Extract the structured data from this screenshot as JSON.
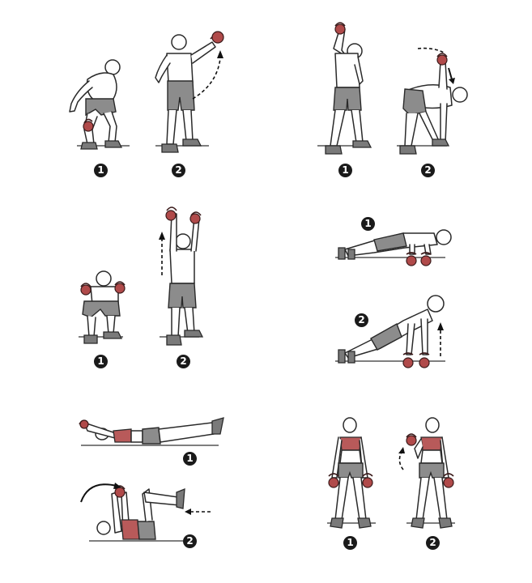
{
  "illustration": {
    "description": "Kettlebell exercise guide, six exercises each shown in two numbered steps",
    "colors": {
      "kettlebell": "#b04a4a",
      "shorts": "#8c8c8c",
      "badge": "#1a1a1a",
      "sports_top": "#b85a5a",
      "background": "#ffffff"
    },
    "exercises": [
      {
        "id": "swing",
        "position": "top-left",
        "steps": [
          {
            "label": "1"
          },
          {
            "label": "2"
          }
        ]
      },
      {
        "id": "windmill",
        "position": "top-right",
        "steps": [
          {
            "label": "1"
          },
          {
            "label": "2"
          }
        ]
      },
      {
        "id": "squat-press",
        "position": "middle-left",
        "steps": [
          {
            "label": "1"
          },
          {
            "label": "2"
          }
        ]
      },
      {
        "id": "renegade-row",
        "position": "middle-right",
        "steps": [
          {
            "label": "1"
          },
          {
            "label": "2"
          }
        ]
      },
      {
        "id": "lying-pullover-crunch",
        "position": "bottom-left",
        "steps": [
          {
            "label": "1"
          },
          {
            "label": "2"
          }
        ]
      },
      {
        "id": "bicep-curl",
        "position": "bottom-right",
        "steps": [
          {
            "label": "1"
          },
          {
            "label": "2"
          }
        ]
      }
    ]
  }
}
